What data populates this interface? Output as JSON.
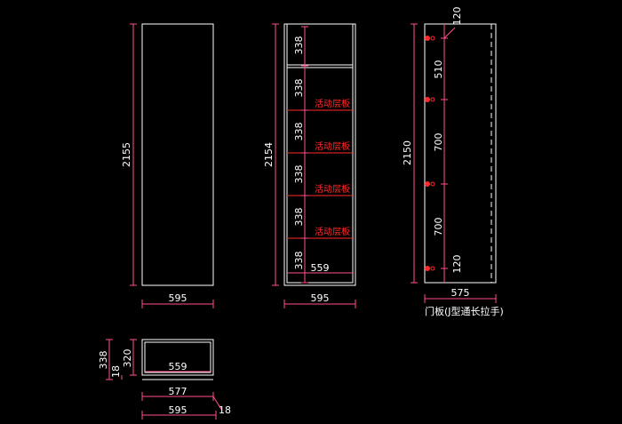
{
  "colors": {
    "background": "#000000",
    "outline": "#ffffff",
    "dimension": "#ff4f8b",
    "annotation": "#ff2a2a"
  },
  "left_view": {
    "height": "2155",
    "width": "595"
  },
  "middle_view": {
    "height": "2154",
    "width": "595",
    "inner_width": "559",
    "spacing": [
      "338",
      "338",
      "338",
      "338",
      "338",
      "338"
    ],
    "shelf_label": "活动层板"
  },
  "right_view": {
    "height": "2150",
    "width": "575",
    "spacing": [
      "120",
      "510",
      "700",
      "700",
      "120"
    ],
    "caption": "门板(J型通长拉手)"
  },
  "top_view": {
    "height_total": "338",
    "height_inner": "320",
    "side": "18",
    "inner": "559",
    "middle": "577",
    "outer": "595",
    "edge": "18"
  }
}
